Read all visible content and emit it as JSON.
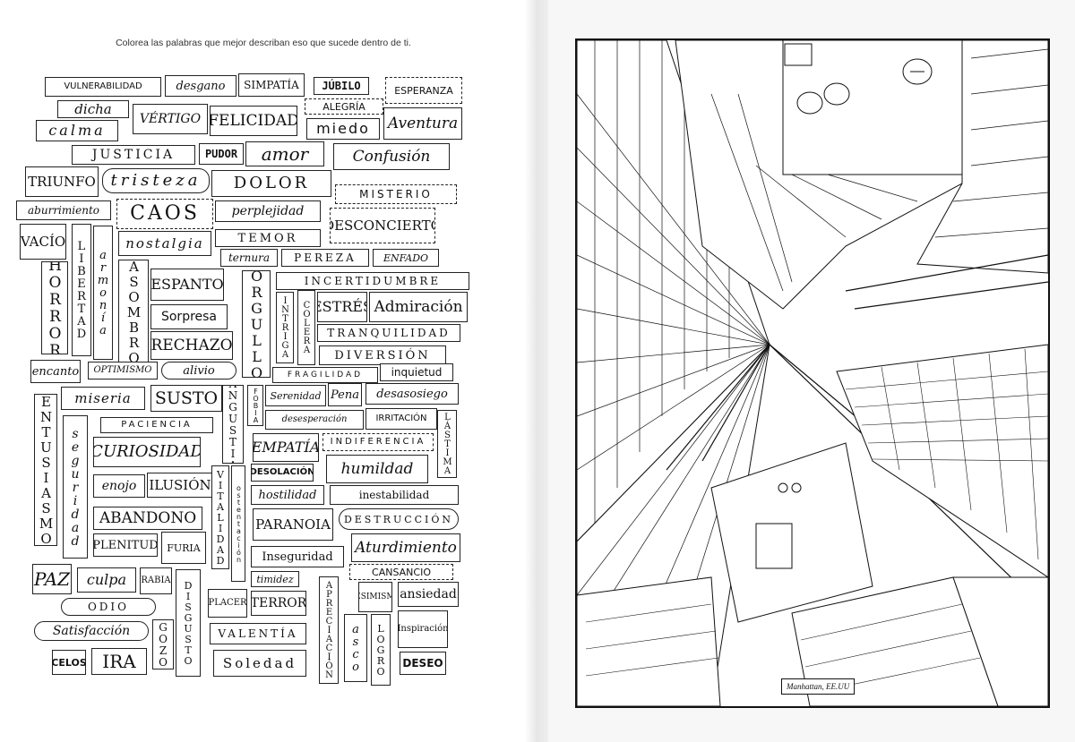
{
  "instruction": "Colorea las palabras que mejor describan eso que sucede dentro de ti.",
  "words": [
    "VULNERABILIDAD",
    "desgano",
    "SIMPATÍA",
    "JÚBILO",
    "ESPERANZA",
    "dicha",
    "calma",
    "VÉRTIGO",
    "FELICIDAD",
    "ALEGRÍA",
    "miedo",
    "Aventura",
    "JUSTICIA",
    "PUDOR",
    "amor",
    "Confusión",
    "TRIUNFO",
    "tristeza",
    "DOLOR",
    "MISTERIO",
    "aburrimiento",
    "CAOS",
    "perplejidad",
    "DESCONCIERTO",
    "VACÍO",
    "LIBERTAD",
    "armonía",
    "nostalgia",
    "TEMOR",
    "ternura",
    "PEREZA",
    "ENFADO",
    "HORROR",
    "ASOMBRO",
    "ESPANTO",
    "ORGULLO",
    "INCERTIDUMBRE",
    "INTRIGA",
    "COLERA",
    "ESTRÉS",
    "Admiración",
    "Sorpresa",
    "TRANQUILIDAD",
    "RECHAZO",
    "DIVERSIÓN",
    "encanto",
    "OPTIMISMO",
    "alivio",
    "FRAGILIDAD",
    "inquietud",
    "miseria",
    "SUSTO",
    "ANGUSTIA",
    "FOBIA",
    "Serenidad",
    "Pena",
    "desasosiego",
    "ENTUSIASMO",
    "PACIENCIA",
    "desesperación",
    "IRRITACIÓN",
    "LÁSTIMA",
    "seguridad",
    "CURIOSIDAD",
    "EMPATÍA",
    "INDIFERENCIA",
    "DESOLACIÓN",
    "humildad",
    "enojo",
    "ILUSIÓN",
    "VITALIDAD",
    "ostentación",
    "hostilidad",
    "inestabilidad",
    "ABANDONO",
    "PARANOIA",
    "DESTRUCCIÓN",
    "PLENITUD",
    "FURIA",
    "Aturdimiento",
    "Inseguridad",
    "CANSANCIO",
    "PAZ",
    "culpa",
    "RABIA",
    "DISGUSTO",
    "timidez",
    "PESIMISMO",
    "ansiedad",
    "PLACER",
    "TERROR",
    "APRECIACIÓN",
    "ODIO",
    "Satisfacción",
    "GOZO",
    "VALENTÍA",
    "asco",
    "LOGRO",
    "Inspiración",
    "CELOS",
    "IRA",
    "Soledad",
    "DESEO"
  ],
  "city_caption": "Manhattan, EE.UU"
}
